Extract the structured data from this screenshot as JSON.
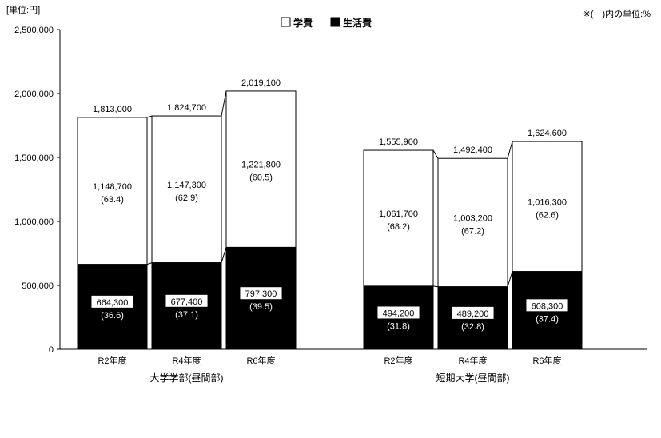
{
  "header": {
    "unit_label": "[単位:円]",
    "note": "※(　)内の単位:%"
  },
  "legend": {
    "items": [
      {
        "label": "学費",
        "color": "#ffffff"
      },
      {
        "label": "生活費",
        "color": "#000000"
      }
    ]
  },
  "chart_data": {
    "type": "bar",
    "stacked": true,
    "unit": "円",
    "grid": false,
    "legend_position": "top-center",
    "ylim": [
      0,
      2500000
    ],
    "ytick_step": 500000,
    "yticks": [
      "0",
      "500,000",
      "1,000,000",
      "1,500,000",
      "2,000,000",
      "2,500,000"
    ],
    "groups": [
      {
        "label": "大学学部(昼間部)",
        "categories": [
          "R2年度",
          "R4年度",
          "R6年度"
        ],
        "totals": [
          1813000,
          1824700,
          2019100
        ],
        "series": [
          {
            "name": "学費",
            "color": "#ffffff",
            "values": [
              1148700,
              1147300,
              1221800
            ],
            "pct": [
              63.4,
              62.9,
              60.5
            ]
          },
          {
            "name": "生活費",
            "color": "#000000",
            "values": [
              664300,
              677400,
              797300
            ],
            "pct": [
              36.6,
              37.1,
              39.5
            ]
          }
        ]
      },
      {
        "label": "短期大学(昼間部)",
        "categories": [
          "R2年度",
          "R4年度",
          "R6年度"
        ],
        "totals": [
          1555900,
          1492400,
          1624600
        ],
        "series": [
          {
            "name": "学費",
            "color": "#ffffff",
            "values": [
              1061700,
              1003200,
              1016300
            ],
            "pct": [
              68.2,
              67.2,
              62.6
            ]
          },
          {
            "name": "生活費",
            "color": "#000000",
            "values": [
              494200,
              489200,
              608300
            ],
            "pct": [
              31.8,
              32.8,
              37.4
            ]
          }
        ]
      }
    ]
  }
}
